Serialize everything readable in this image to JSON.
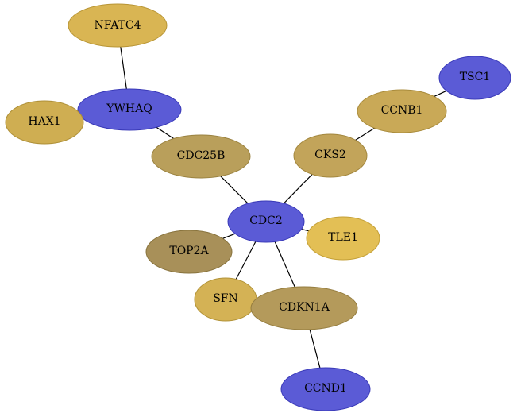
{
  "colors": {
    "blue": "#5b5bd6",
    "blue_stroke": "#3a3ab8",
    "gold_light": "#e3bf55",
    "gold": "#d3b257",
    "gold_mid": "#c9a957",
    "gold_dark": "#b99f5b",
    "olive": "#a89059"
  },
  "nodes": {
    "nfatc4": {
      "label": "NFATC4",
      "color": "#d9b553",
      "stroke": "#b89535"
    },
    "ywhaq": {
      "label": "YWHAQ",
      "color": "#5b5bd6",
      "stroke": "#3a3ab8"
    },
    "hax1": {
      "label": "HAX1",
      "color": "#cfae52",
      "stroke": "#ae8f36"
    },
    "cdc25b": {
      "label": "CDC25B",
      "color": "#b99f5b",
      "stroke": "#9a8240"
    },
    "tsc1": {
      "label": "TSC1",
      "color": "#5b5bd6",
      "stroke": "#3a3ab8"
    },
    "ccnb1": {
      "label": "CCNB1",
      "color": "#c9a957",
      "stroke": "#a98b3b"
    },
    "cks2": {
      "label": "CKS2",
      "color": "#c2a45a",
      "stroke": "#a3873e"
    },
    "cdc2": {
      "label": "CDC2",
      "color": "#5b5bd6",
      "stroke": "#3a3ab8"
    },
    "tle1": {
      "label": "TLE1",
      "color": "#e3bf55",
      "stroke": "#c4a038"
    },
    "top2a": {
      "label": "TOP2A",
      "color": "#a89059",
      "stroke": "#88733d"
    },
    "sfn": {
      "label": "SFN",
      "color": "#d4b255",
      "stroke": "#b39439"
    },
    "cdkn1a": {
      "label": "CDKN1A",
      "color": "#b49a5b",
      "stroke": "#957d3f"
    },
    "ccnd1": {
      "label": "CCND1",
      "color": "#5b5bd6",
      "stroke": "#3a3ab8"
    }
  },
  "edges": [
    [
      "nfatc4",
      "ywhaq"
    ],
    [
      "ywhaq",
      "cdc25b"
    ],
    [
      "cdc25b",
      "cdc2"
    ],
    [
      "tsc1",
      "ccnb1"
    ],
    [
      "ccnb1",
      "cks2"
    ],
    [
      "cks2",
      "cdc2"
    ],
    [
      "cdc2",
      "tle1"
    ],
    [
      "cdc2",
      "top2a"
    ],
    [
      "cdc2",
      "sfn"
    ],
    [
      "cdc2",
      "cdkn1a"
    ],
    [
      "cdkn1a",
      "ccnd1"
    ]
  ]
}
